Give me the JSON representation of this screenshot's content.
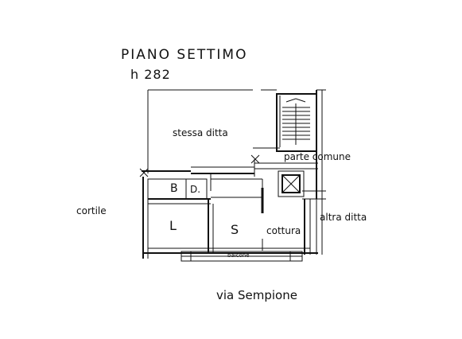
{
  "plan": {
    "title": "PIANO SETTIMO",
    "height": "h 282",
    "labels": {
      "stessa_ditta": "stessa ditta",
      "parte_comune": "parte comune",
      "cortile": "cortile",
      "altra_ditta": "altra ditta",
      "room_b": "B",
      "room_d": "D.",
      "room_l": "L",
      "room_s": "S",
      "cottura": "cottura",
      "balcone": "balcone",
      "street": "via Sempione"
    },
    "colors": {
      "line": "#111111",
      "background": "#ffffff"
    }
  }
}
